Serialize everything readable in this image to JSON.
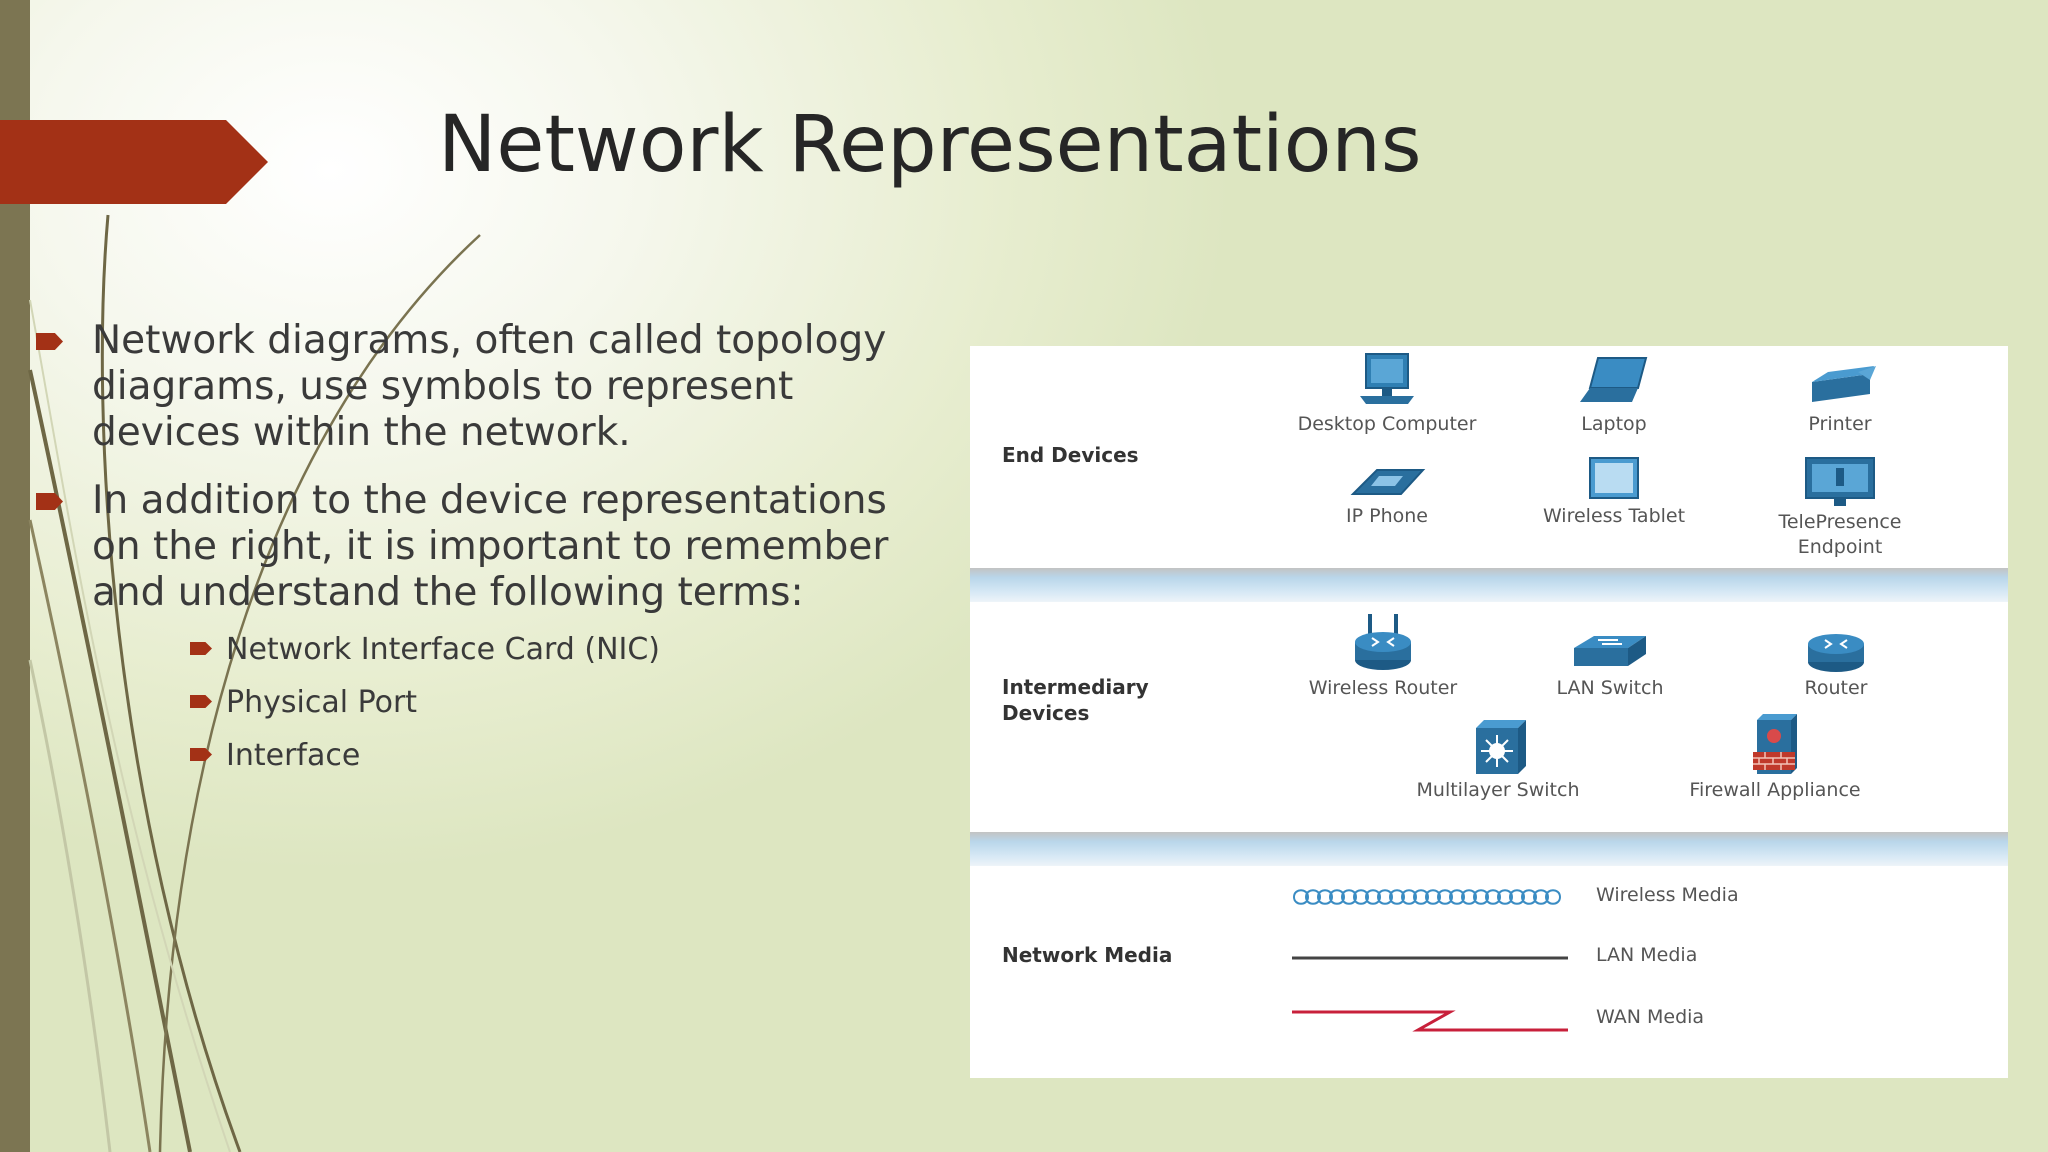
{
  "slide": {
    "title": "Network Representations",
    "bullets": [
      "Network diagrams, often called topology diagrams, use symbols to represent devices within the network.",
      "In addition to the device representations on the right, it is important to remember and understand the following terms:"
    ],
    "sub_bullets": [
      "Network Interface Card (NIC)",
      "Physical Port",
      "Interface"
    ]
  },
  "diagram": {
    "end_devices": {
      "label": "End Devices",
      "items": [
        "Desktop Computer",
        "Laptop",
        "Printer",
        "IP Phone",
        "Wireless Tablet",
        "TelePresence Endpoint"
      ]
    },
    "intermediary_devices": {
      "label": "Intermediary Devices",
      "items": [
        "Wireless Router",
        "LAN Switch",
        "Router",
        "Multilayer Switch",
        "Firewall Appliance"
      ]
    },
    "network_media": {
      "label": "Network Media",
      "items": [
        "Wireless Media",
        "LAN Media",
        "WAN Media"
      ]
    }
  },
  "colors": {
    "accent": "#a33116",
    "side_bar": "#7c7552",
    "icon_blue": "#2a6f9e",
    "wan_red": "#c8203b"
  }
}
